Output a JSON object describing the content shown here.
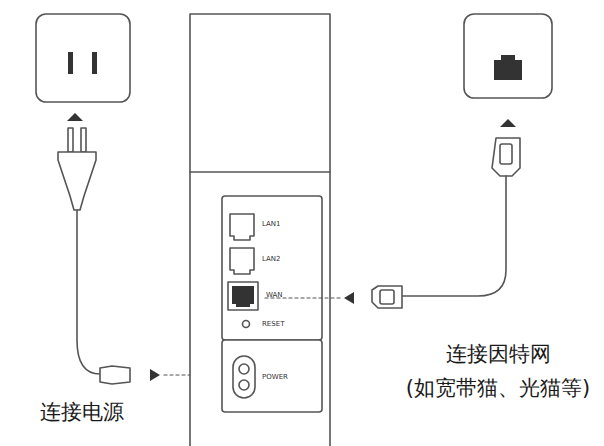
{
  "diagram": {
    "labels": [
      "LAN1",
      "LAN2",
      "WAN",
      "RESET",
      "POWER",
      "连接电源",
      "连接因特网 (如宽带猫、光猫等)"
    ]
  }
}
